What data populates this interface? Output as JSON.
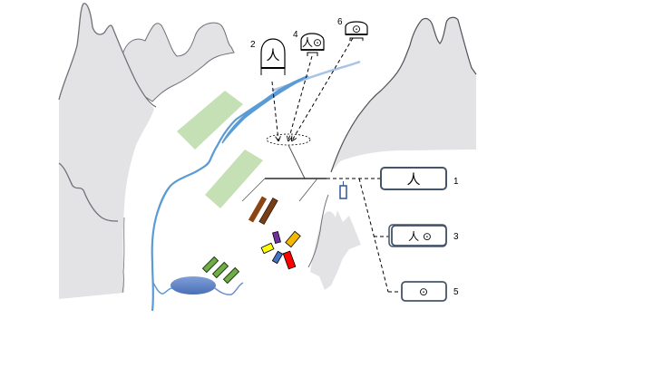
{
  "diagram": {
    "description": "Schematic valley map with mountains, river, lake, fields, colored markers and observation/sensor stations",
    "glyphs": {
      "person": "人",
      "target": "⊙"
    },
    "top_stations": [
      {
        "label": "2",
        "symbol": "人",
        "type": "person"
      },
      {
        "label": "4",
        "symbol": "人⊙",
        "type": "person-target"
      },
      {
        "label": "6",
        "symbol": "⊙",
        "type": "target"
      }
    ],
    "side_stations": [
      {
        "label": "1",
        "symbol": "人",
        "type": "person"
      },
      {
        "label": "3",
        "symbol": "人 ⊙",
        "type": "person-target"
      },
      {
        "label": "5",
        "symbol": "⊙",
        "type": "target"
      }
    ],
    "colors": {
      "mountain_fill": "#e3e3e5",
      "mountain_stroke": "#707078",
      "river": "#5b9bd5",
      "river_light": "#a9c4e4",
      "lake": "#5b7fc4",
      "field": "#c5e0b4",
      "station_box_stroke": "#44546a",
      "green_marker": "#70ad47",
      "brown_marker": "#8b4513",
      "dark_brown_marker": "#7a3e14",
      "purple_marker": "#7030a0",
      "orange_marker": "#f5b800",
      "yellow_marker": "#ffff00",
      "blue_marker": "#4472c4",
      "red_marker": "#ff0000",
      "sensor_marker": "#2f5597"
    }
  }
}
